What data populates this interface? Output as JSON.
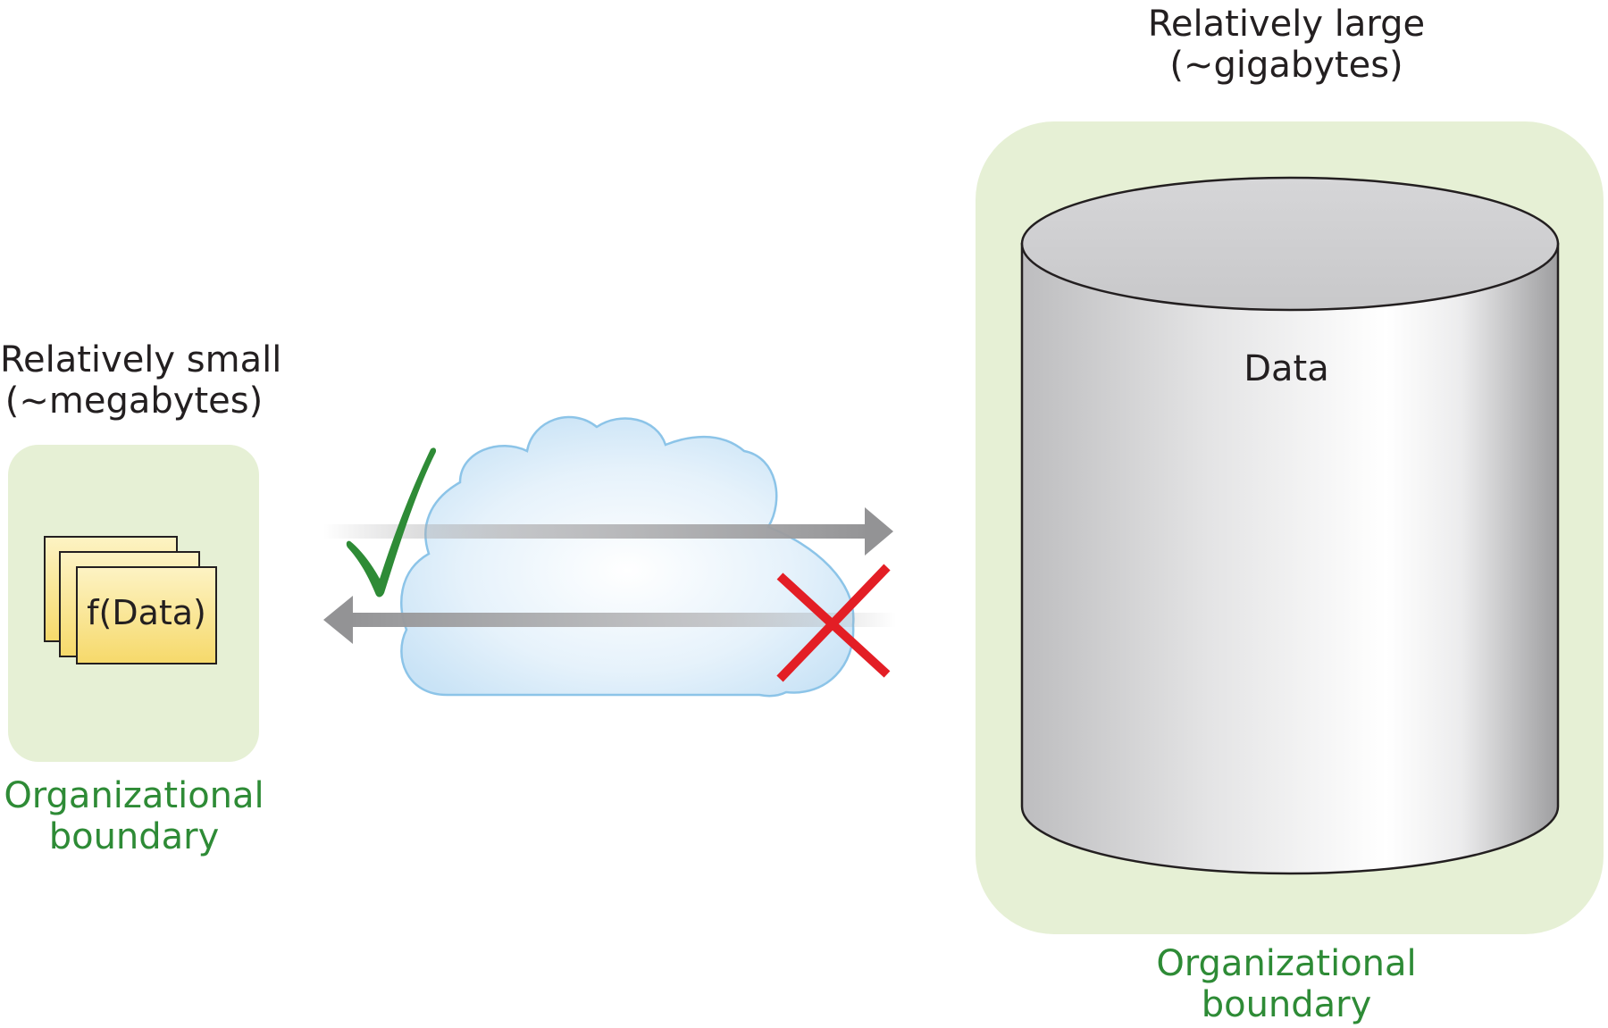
{
  "left": {
    "size_caption": [
      "Relatively small",
      "(~megabytes)"
    ],
    "function_label": "f(Data)",
    "boundary_caption": [
      "Organizational",
      "boundary"
    ]
  },
  "right": {
    "size_caption": [
      "Relatively large",
      "(~gigabytes)"
    ],
    "store_label": "Data",
    "boundary_caption": [
      "Organizational",
      "boundary"
    ]
  },
  "flows": {
    "to_right": {
      "status": "allowed",
      "icon": "checkmark-icon"
    },
    "to_left": {
      "status": "blocked",
      "icon": "cross-icon"
    }
  },
  "colors": {
    "boundary_fill": "#e6f0d5",
    "boundary_text": "#2e8b36",
    "check_mark": "#2e8b36",
    "cross_mark": "#e31e25",
    "arrow": "#9a9a9c",
    "cloud_stroke": "#8cc4e8",
    "document_fill": "#f9e48a"
  }
}
